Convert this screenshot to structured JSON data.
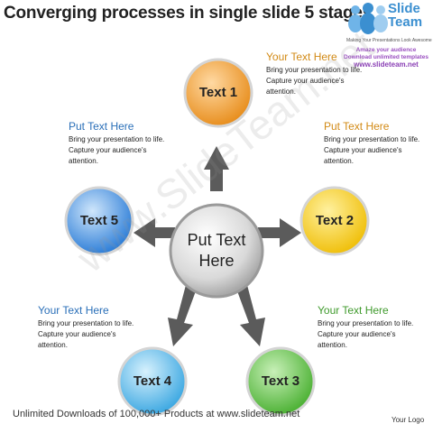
{
  "slide": {
    "title": "Converging processes in single slide 5 stages"
  },
  "logo": {
    "name_line1": "Slide",
    "name_line2": "Team",
    "tagline": "Making Your Presentations Look Awesome"
  },
  "promo": {
    "line1": "Amaze your audience",
    "line2": "Download unlimited templates",
    "url": "www.slideteam.net"
  },
  "diagram": {
    "center": "Put Text Here",
    "nodes": [
      {
        "label": "Text 1",
        "color": "#f0a23a"
      },
      {
        "label": "Text 2",
        "color": "#f2cc12"
      },
      {
        "label": "Text 3",
        "color": "#5fc04a"
      },
      {
        "label": "Text 4",
        "color": "#4fb6e8"
      },
      {
        "label": "Text 5",
        "color": "#3d8ee0"
      }
    ]
  },
  "text_blocks": [
    {
      "heading": "Your Text Here",
      "body": [
        "Bring your presentation to life.",
        "Capture your audience's",
        "attention."
      ]
    },
    {
      "heading": "Put Text Here",
      "body": [
        "Bring your presentation to life.",
        "Capture your audience's",
        "attention."
      ]
    },
    {
      "heading": "Your Text Here",
      "body": [
        "Bring your presentation to life.",
        "Capture your audience's",
        "attention."
      ]
    },
    {
      "heading": "Your Text Here",
      "body": [
        "Bring your presentation to life.",
        "Capture your audience's",
        "attention."
      ]
    },
    {
      "heading": "Put Text Here",
      "body": [
        "Bring your presentation to life.",
        "Capture your audience's",
        "attention."
      ]
    }
  ],
  "watermark": "www.SlideTeam.net",
  "footer": {
    "downloads": "Unlimited Downloads of 100,000+ Products at www.slideteam.net",
    "your_logo": "Your Logo"
  },
  "colors": {
    "blue_heading": "#2a6fb8",
    "orange_heading": "#d28a16",
    "green_heading": "#3f9a2c",
    "arrow": "#5b5b5b"
  }
}
